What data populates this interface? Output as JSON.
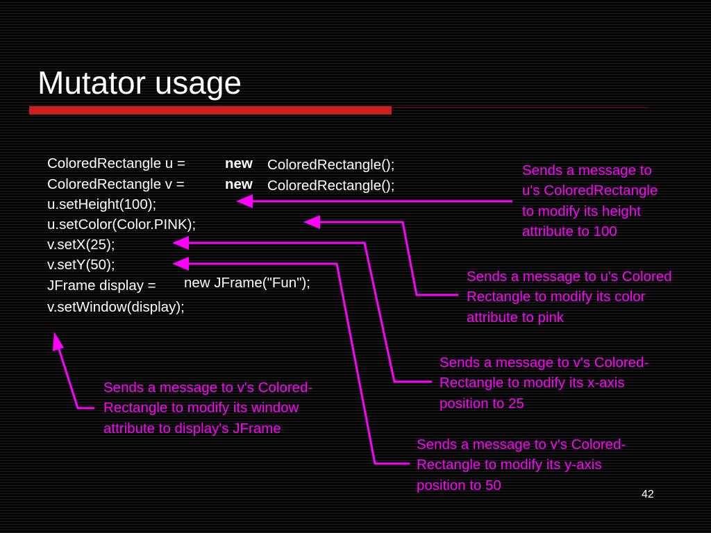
{
  "slide": {
    "title": "Mutator usage",
    "page_number": "42",
    "colors": {
      "accent": "#cc1e1e",
      "callout": "#ff00ff",
      "text": "#ffffff",
      "background": "#000000"
    }
  },
  "code": {
    "line1_decl": "ColoredRectangle u =",
    "line1_kw": "new",
    "line1_ctor": "ColoredRectangle();",
    "line2_decl": "ColoredRectangle v =",
    "line2_kw": "new",
    "line2_ctor": "ColoredRectangle();",
    "line3": "u.setHeight(100);",
    "line4": "u.setColor(Color.PINK);",
    "line5": "v.setX(25);",
    "line6": "v.setY(50);",
    "line7_decl": "JFrame display =",
    "line7_init": "new JFrame(\"Fun\");",
    "line8": "v.setWindow(display);"
  },
  "callouts": {
    "height": [
      "Sends a message to",
      "u's ColoredRectangle",
      "to modify its height",
      "attribute to 100"
    ],
    "color": [
      "Sends a message to u's Colored",
      "Rectangle to modify its color",
      "attribute to pink"
    ],
    "x": [
      "Sends a message to v's Colored-",
      "Rectangle to modify its x-axis",
      "position to 25"
    ],
    "window": [
      "Sends a message to v's Colored-",
      "Rectangle to modify its window",
      "attribute to display's JFrame"
    ],
    "y": [
      "Sends a message to v's Colored-",
      "Rectangle to modify its y-axis",
      "position to 50"
    ]
  }
}
